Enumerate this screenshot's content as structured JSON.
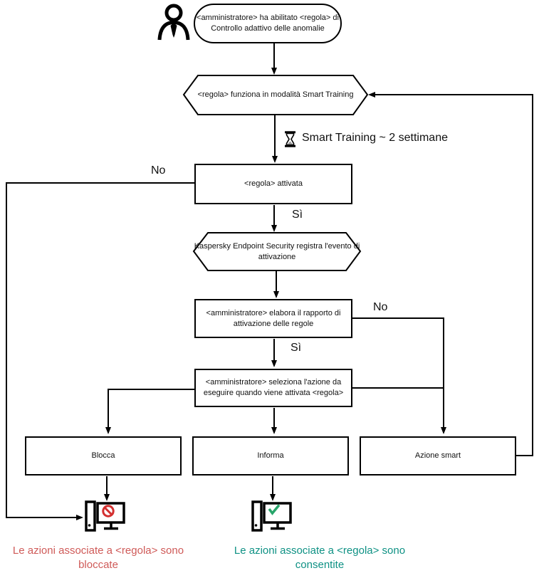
{
  "diagram": {
    "start": {
      "lines": [
        "<amministratore> ha abilitato <regola> di",
        "Controllo adattivo delle anomalie"
      ]
    },
    "hex_training": {
      "text": "<regola> funziona in modalità Smart Training"
    },
    "timer": {
      "text": "Smart Training ~ 2 settimane"
    },
    "rect_activated": {
      "text": "<regola> attivata"
    },
    "hex_log": {
      "lines": [
        "Kaspersky Endpoint Security registra l'evento di",
        "attivazione"
      ]
    },
    "rect_report": {
      "lines": [
        "<amministratore> elabora il rapporto di",
        "attivazione delle regole"
      ]
    },
    "rect_select": {
      "lines": [
        "<amministratore> seleziona l'azione da",
        "eseguire quando viene attivata <regola>"
      ]
    },
    "labels": {
      "no_left": "No",
      "yes_activated": "Sì",
      "no_report": "No",
      "yes_report": "Sì"
    },
    "actions": {
      "block": "Blocca",
      "inform": "Informa",
      "smart": "Azione smart"
    },
    "outcomes": {
      "blocked": {
        "lines": [
          "Le azioni associate a <regola> sono",
          "bloccate"
        ],
        "color": "#cf5a58"
      },
      "allowed": {
        "lines": [
          "Le azioni associate a <regola> sono",
          "consentite"
        ],
        "color": "#0e9184"
      }
    },
    "colors": {
      "line": "#000000",
      "prohibit": "#d32f2f",
      "check": "#27a56a"
    }
  }
}
